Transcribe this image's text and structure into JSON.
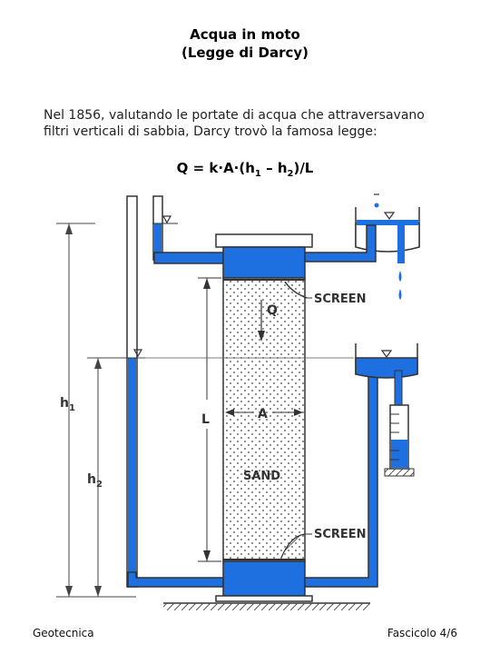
{
  "title": {
    "line1": "Acqua in moto",
    "line2": "(Legge di Darcy)"
  },
  "intro": {
    "line1": "Nel 1856, valutando le portate di acqua che attraversavano",
    "line2": "filtri verticali di sabbia, Darcy trovò la famosa legge:"
  },
  "formula": {
    "main": "Q = k·A·(h",
    "sub1": "1",
    "mid": " – h",
    "sub2": "2",
    "end": ")/L"
  },
  "figure": {
    "label_screen_top": "SCREEN",
    "label_screen_bottom": "SCREEN",
    "label_q": "Q",
    "label_a": "A",
    "label_l": "L",
    "label_sand": "SAND",
    "label_h1": "h",
    "label_h1_sub": "1",
    "label_h2": "h",
    "label_h2_sub": "2",
    "water_color": "#1e6fe0"
  },
  "footer": {
    "left": "Geotecnica",
    "right": "Fascicolo 4/6"
  }
}
